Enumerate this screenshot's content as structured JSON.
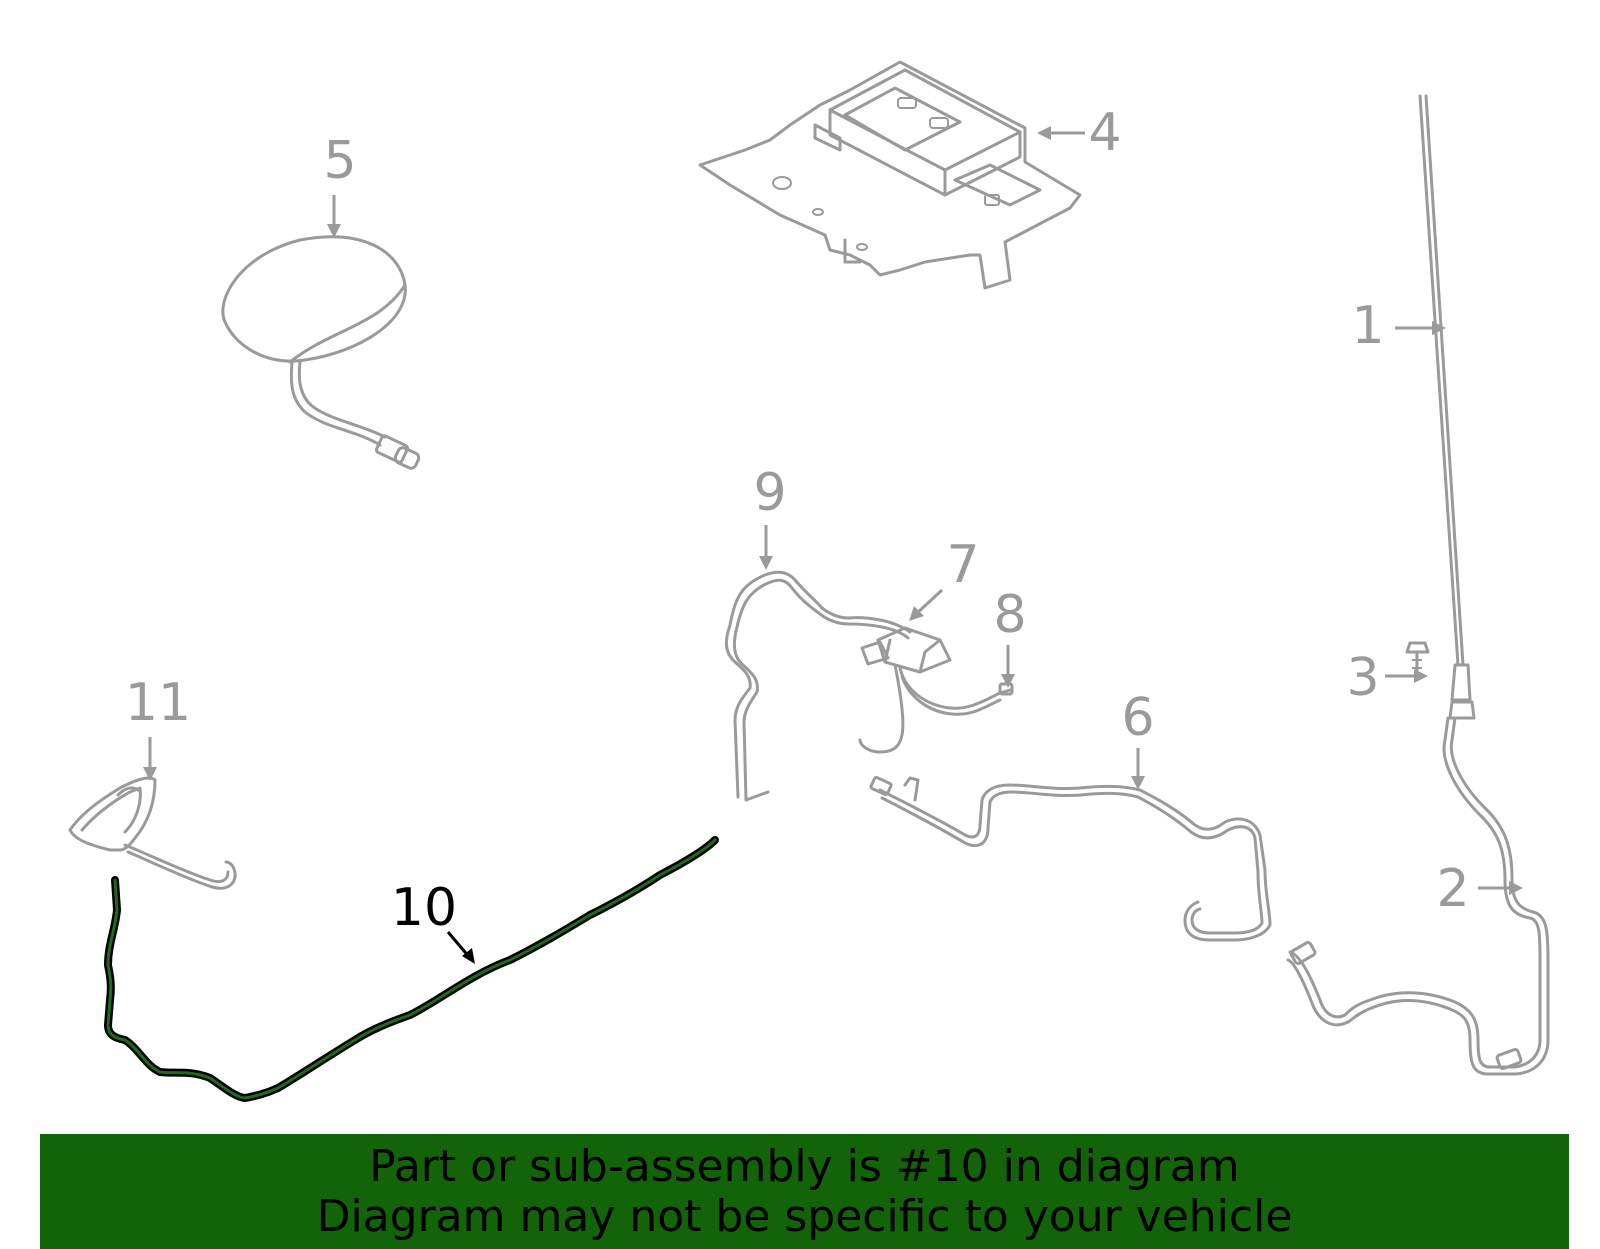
{
  "diagram": {
    "callouts": {
      "c1": "1",
      "c2": "2",
      "c3": "3",
      "c4": "4",
      "c5": "5",
      "c6": "6",
      "c7": "7",
      "c8": "8",
      "c9": "9",
      "c10": "10",
      "c11": "11"
    },
    "highlighted_part": "10",
    "colors": {
      "part_stroke": "#9a9a9a",
      "highlight": "#1e6b1a",
      "banner_bg": "#136308"
    }
  },
  "banner": {
    "line1": "Part or sub-assembly is #10 in diagram",
    "line2": "Diagram may not be specific to your vehicle"
  }
}
